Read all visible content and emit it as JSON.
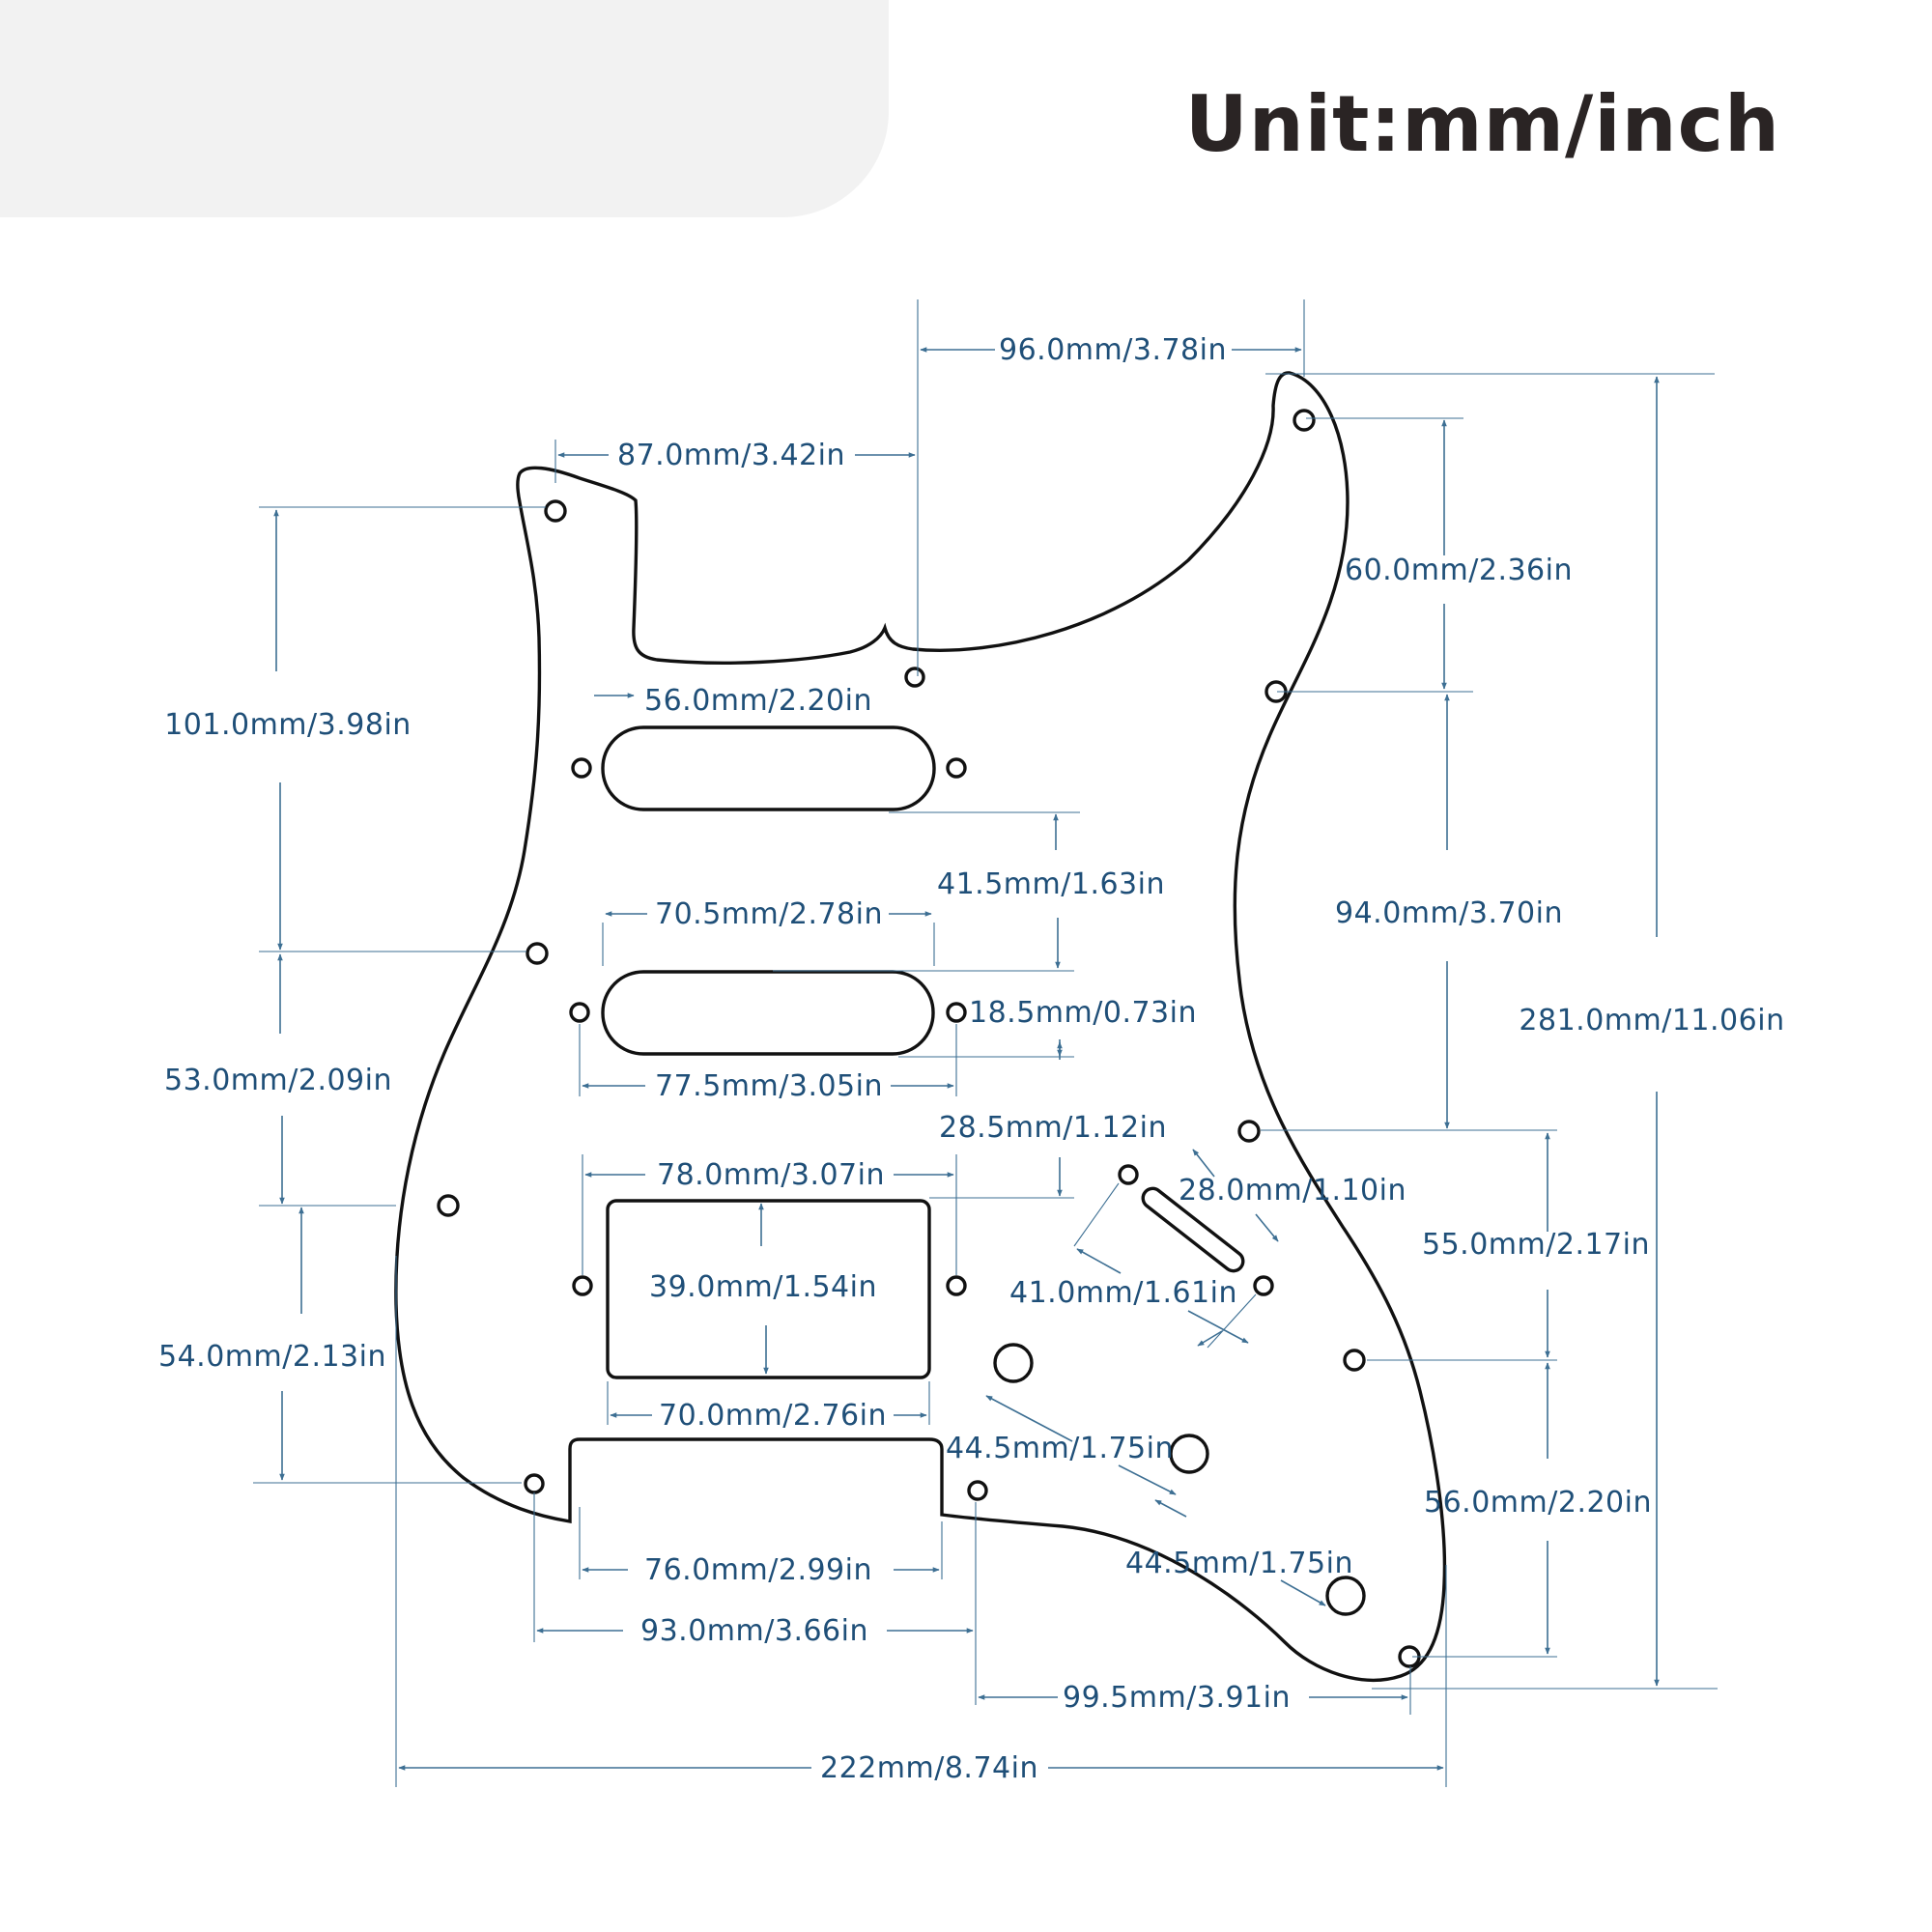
{
  "header": {
    "unit_title": "Unit:mm/inch"
  },
  "colors": {
    "outline": "#111111",
    "dimension": "#3d6f93",
    "label": "#1f4f78",
    "title": "#2a2424"
  },
  "dimensions": {
    "top_width": "96.0mm/3.78in",
    "horn_to_center": "87.0mm/3.42in",
    "right_top_to_hole": "60.0mm/2.36in",
    "left_top_to_hole": "101.0mm/3.98in",
    "neck_pickup_width": "56.0mm/2.20in",
    "neck_to_middle": "41.5mm/1.63in",
    "middle_pickup_width": "70.5mm/2.78in",
    "right_hole_spacing": "94.0mm/3.70in",
    "overall_height": "281.0mm/11.06in",
    "middle_pickup_height": "18.5mm/0.73in",
    "left_hole_spacing_1": "53.0mm/2.09in",
    "middle_screw_spacing": "77.5mm/3.05in",
    "middle_to_bridge": "28.5mm/1.12in",
    "switch_slot_length": "28.0mm/1.10in",
    "humbucker_screw_spacing": "78.0mm/3.07in",
    "right_hole_spacing_2": "55.0mm/2.17in",
    "humbucker_height": "39.0mm/1.54in",
    "switch_screw_spacing": "41.0mm/1.61in",
    "left_hole_spacing_2": "54.0mm/2.13in",
    "humbucker_width": "70.0mm/2.76in",
    "pot_spacing_1": "44.5mm/1.75in",
    "right_hole_spacing_3": "56.0mm/2.20in",
    "pot_spacing_2": "44.5mm/1.75in",
    "bridge_cutout_width": "76.0mm/2.99in",
    "bottom_holes_spacing": "93.0mm/3.66in",
    "bottom_right_spacing": "99.5mm/3.91in",
    "overall_width": "222mm/8.74in"
  }
}
